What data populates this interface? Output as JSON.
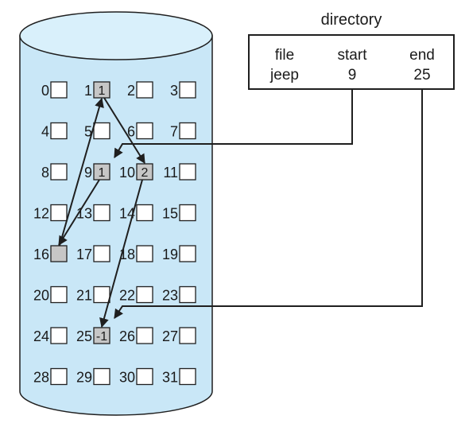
{
  "directory": {
    "title": "directory",
    "columns": [
      "file",
      "start",
      "end"
    ],
    "row": [
      "jeep",
      "9",
      "25"
    ]
  },
  "disk": {
    "block_count": 32,
    "blocks_per_row": 4,
    "file_blocks": [
      {
        "block": 9,
        "content": "1"
      },
      {
        "block": 1,
        "content": "1"
      },
      {
        "block": 16,
        "content": ""
      },
      {
        "block": 10,
        "content": "2"
      },
      {
        "block": 25,
        "content": "-1"
      }
    ],
    "chain": [
      9,
      16,
      1,
      10,
      25
    ],
    "colors": {
      "cylinder_fill": "#c9e7f7",
      "cylinder_top": "#d9f0fb",
      "used_block": "#c6c6c6",
      "line": "#1f1f1f"
    }
  }
}
